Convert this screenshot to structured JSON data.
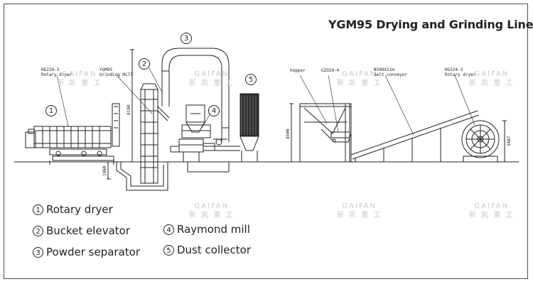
{
  "title": "YGM95 Drying and Grinding Line",
  "callouts": {
    "c1": "1",
    "c2": "2",
    "c3": "3",
    "c4": "4",
    "c5": "5"
  },
  "tags": {
    "rotary_dryer_left_model": "HG224-3",
    "rotary_dryer_left_name": "Rotary dryer",
    "grinding_mill_model": "YGM95",
    "grinding_mill_name": "Grinding Mill",
    "hopper": "hopper",
    "feeder_model": "GZG50-4",
    "conveyor_model": "B500X11m",
    "conveyor_name": "Belt conveyor",
    "rotary_dryer_right_model": "HG224-3",
    "rotary_dryer_right_name": "Rotary dryer"
  },
  "dimensions": {
    "elevator_height": "8190",
    "pit_depth": "1960",
    "hopper_height": "4500",
    "dryer_height": "3487"
  },
  "legend": [
    {
      "num": "1",
      "label": "Rotary dryer"
    },
    {
      "num": "2",
      "label": "Bucket elevator"
    },
    {
      "num": "3",
      "label": "Powder separator"
    },
    {
      "num": "4",
      "label": "Raymond mill"
    },
    {
      "num": "5",
      "label": "Dust collector"
    }
  ],
  "watermark": {
    "line1": "GAIFAN",
    "line2": "新 凯 重 工"
  }
}
